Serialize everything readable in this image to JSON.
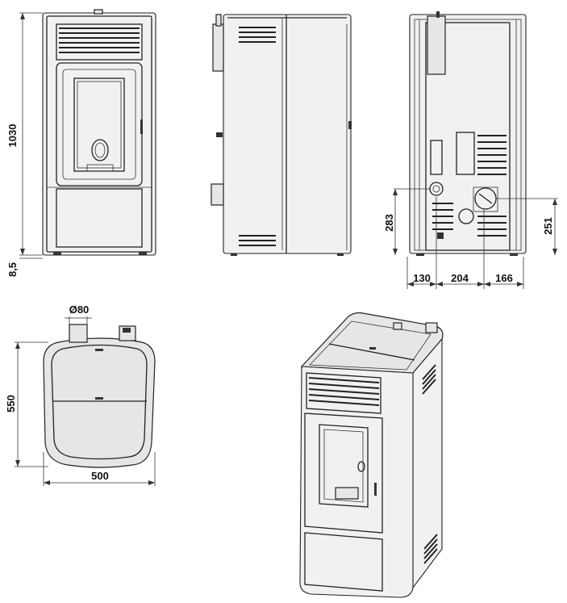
{
  "dimensions": {
    "front_height": "1030",
    "base_offset": "8,5",
    "rear_pipe_height_left": "283",
    "rear_pipe_height_right": "251",
    "rear_offset_1": "130",
    "rear_offset_2": "204",
    "rear_offset_3": "166",
    "flue_diameter": "Ø80",
    "top_depth": "550",
    "top_width": "500"
  },
  "icons": {
    "front": "stove-front-view",
    "side": "stove-side-view",
    "rear": "stove-rear-view",
    "top": "stove-top-view",
    "iso": "stove-isometric-view"
  }
}
